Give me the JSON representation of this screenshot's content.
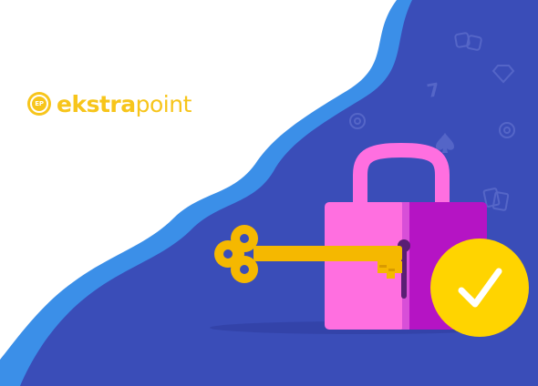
{
  "brand": {
    "badge_text": "EP",
    "name_bold": "ekstra",
    "name_light": "point",
    "color": "#f7c51b"
  },
  "colors": {
    "background": "#ffffff",
    "wave_light_blue": "#3b8fe8",
    "panel_indigo": "#3a4db8",
    "lock_pink": "#ff6fe0",
    "lock_purple": "#b514c4",
    "key_gold": "#f5b800",
    "check_yellow": "#ffd400"
  },
  "icons": [
    "dice-icon",
    "diamond-icon",
    "seven-icon",
    "chip-icon",
    "cards-icon",
    "padlock-icon",
    "golden-key-icon",
    "checkmark-badge-icon"
  ]
}
